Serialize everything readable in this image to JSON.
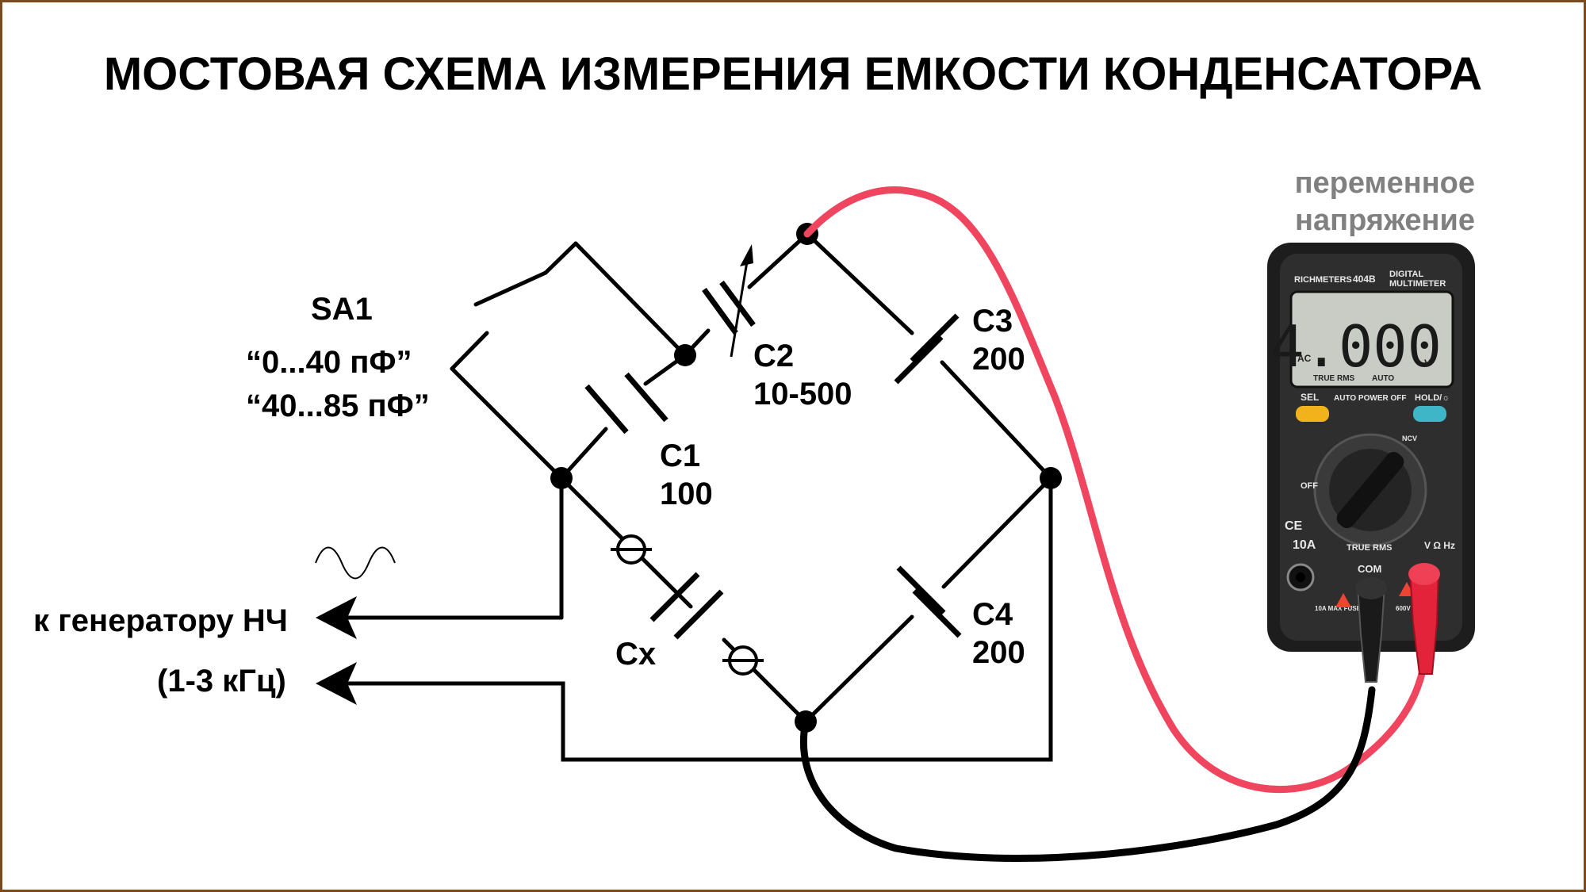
{
  "title": "МОСТОВАЯ СХЕМА ИЗМЕРЕНИЯ ЕМКОСТИ КОНДЕНСАТОРА",
  "switch": {
    "name": "SA1",
    "range1": "“0...40 пФ”",
    "range2": "“40...85 пФ”"
  },
  "capacitors": {
    "c1": {
      "name": "C1",
      "value": "100"
    },
    "c2": {
      "name": "C2",
      "value": "10-500"
    },
    "c3": {
      "name": "C3",
      "value": "200"
    },
    "c4": {
      "name": "C4",
      "value": "200"
    },
    "cx": {
      "name": "Cx"
    }
  },
  "generator": {
    "line1": "к генератору НЧ",
    "line2": "(1-3 кГц)"
  },
  "meter_note": {
    "line1": "переменное",
    "line2": "напряжение"
  },
  "multimeter": {
    "brand": "RICHMETERS",
    "model": "404B",
    "type_line1": "DIGITAL",
    "type_line2": "MULTIMETER",
    "reading": "4.000",
    "mode_ac": "AC",
    "unit": "V",
    "true_rms": "TRUE RMS",
    "auto": "AUTO",
    "sel": "SEL",
    "auto_power_off": "AUTO POWER OFF",
    "hold": "HOLD/☼",
    "off": "OFF",
    "ncv": "NCV",
    "dial_brand": "TRUE RMS",
    "ce": "CE",
    "jack_10a": "10A",
    "jack_com": "COM",
    "jack_vohz": "V Ω Hz",
    "fuse_10a": "10A MAX FUSED",
    "fuse_600v": "600V FUSED"
  },
  "colors": {
    "red_lead": "#f0455e",
    "black_lead": "#000000",
    "frame": "#7a4a1e",
    "meter_body": "#2b2b2b",
    "lcd": "#c9ccc4",
    "sel_button": "#f2b21c",
    "hold_button": "#3fb6c8"
  }
}
